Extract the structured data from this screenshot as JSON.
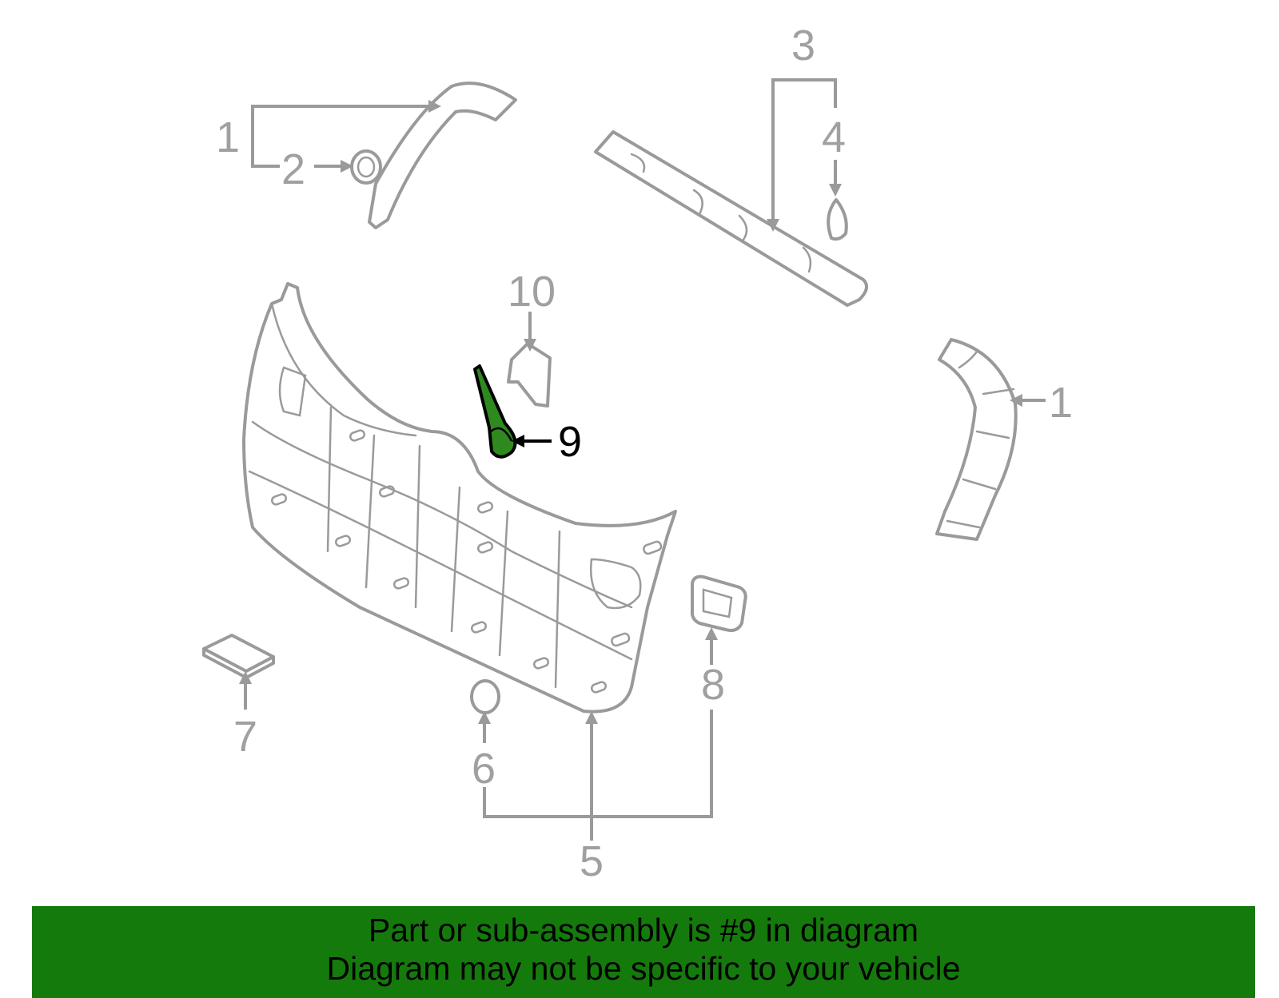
{
  "diagram": {
    "highlight_color": "#2e8a1e",
    "line_color": "#9a9a9a",
    "callouts": [
      "1",
      "2",
      "3",
      "4",
      "10",
      "9",
      "1",
      "5",
      "6",
      "7",
      "8"
    ]
  },
  "banner": {
    "background": "#157a0c",
    "line1": "Part or sub-assembly is #9 in diagram",
    "line2": "Diagram may not be specific to your vehicle"
  }
}
